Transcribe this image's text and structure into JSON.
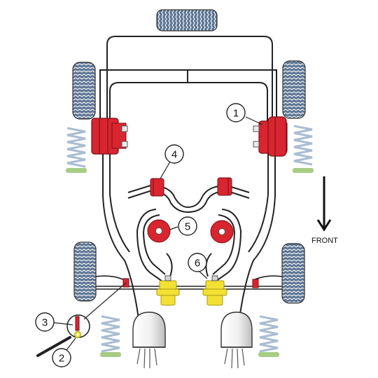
{
  "direction_label": "FRONT",
  "callouts": [
    {
      "id": "1",
      "label": "1"
    },
    {
      "id": "2",
      "label": "2"
    },
    {
      "id": "3",
      "label": "3"
    },
    {
      "id": "4",
      "label": "4"
    },
    {
      "id": "5",
      "label": "5"
    },
    {
      "id": "6",
      "label": "6"
    }
  ],
  "colors": {
    "bushing_red": "#d8252f",
    "bushing_yellow": "#f2e034",
    "tyre": "#5e7694",
    "spring": "#a9bdd2",
    "spring_seat": "#a7cc84",
    "frame_line": "#222222"
  }
}
